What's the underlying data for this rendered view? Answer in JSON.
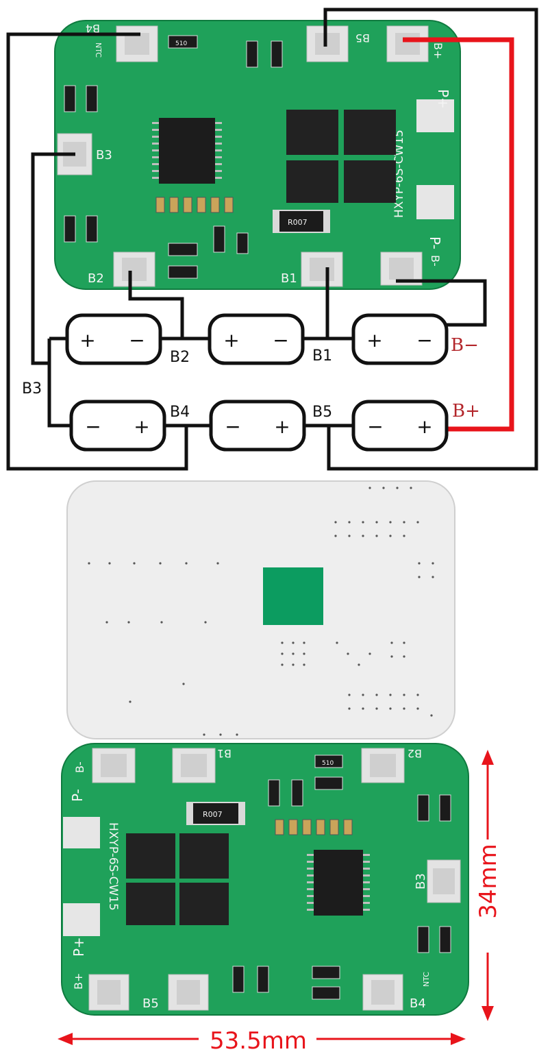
{
  "pcb_top": {
    "pads": [
      "B4",
      "B5",
      "B+",
      "B3",
      "B2",
      "B1",
      "B-"
    ],
    "marking": "HXYP-6S-CW15",
    "ntc": "NTC",
    "p_plus": "P+",
    "p_minus": "P-",
    "resistor_code": "510",
    "shunt_code": "R007"
  },
  "wiring": {
    "cells_row1": [
      {
        "left": "+",
        "right": "−"
      },
      {
        "left": "+",
        "right": "−"
      },
      {
        "left": "+",
        "right": "−"
      }
    ],
    "cells_row2": [
      {
        "left": "−",
        "right": "+"
      },
      {
        "left": "−",
        "right": "+"
      },
      {
        "left": "−",
        "right": "+"
      }
    ],
    "node_labels": [
      "B2",
      "B1",
      "B3",
      "B4",
      "B5"
    ],
    "b_minus": "B−",
    "b_plus": "B+",
    "colors": {
      "wire": "#111111",
      "positive_wire": "#e8141b",
      "battery_label": "#b3262b"
    }
  },
  "pcb_bottom": {
    "pads": [
      "B-",
      "B1",
      "B2",
      "B3",
      "B+",
      "B5",
      "B4"
    ],
    "marking": "HXYP-6S-CW15",
    "ntc": "NTC",
    "p_plus": "P+",
    "p_minus": "P-",
    "resistor_code": "510",
    "shunt_code": "R007"
  },
  "dimensions": {
    "height": "34mm",
    "width": "53.5mm",
    "color": "#e8141b"
  }
}
